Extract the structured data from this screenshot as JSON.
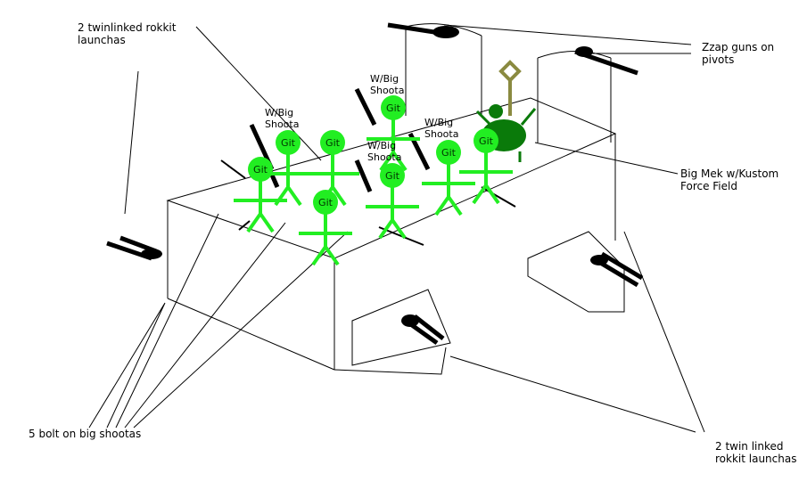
{
  "labels": {
    "rokkit_top": "2 twinlinked rokkit\nlaunchas",
    "zzap": "Zzap guns on\npivots",
    "big_mek": "Big Mek w/Kustom\nForce Field",
    "bolt_on": "5 bolt on big shootas",
    "rokkit_bottom": "2 twin linked\nrokkit launchas"
  },
  "shoota_labels": [
    "W/Big\nShoota",
    "W/Big\nShoota",
    "W/Big\nShoota",
    "W/Big\nShoota"
  ],
  "gits": [
    "Git",
    "Git",
    "Git",
    "Git",
    "Git",
    "Git",
    "Git",
    "Git"
  ],
  "colors": {
    "git": "#22ee22",
    "git_text": "#003300",
    "mek": "#0a7a0a",
    "glyph": "#8a8a40",
    "line": "#000000"
  }
}
